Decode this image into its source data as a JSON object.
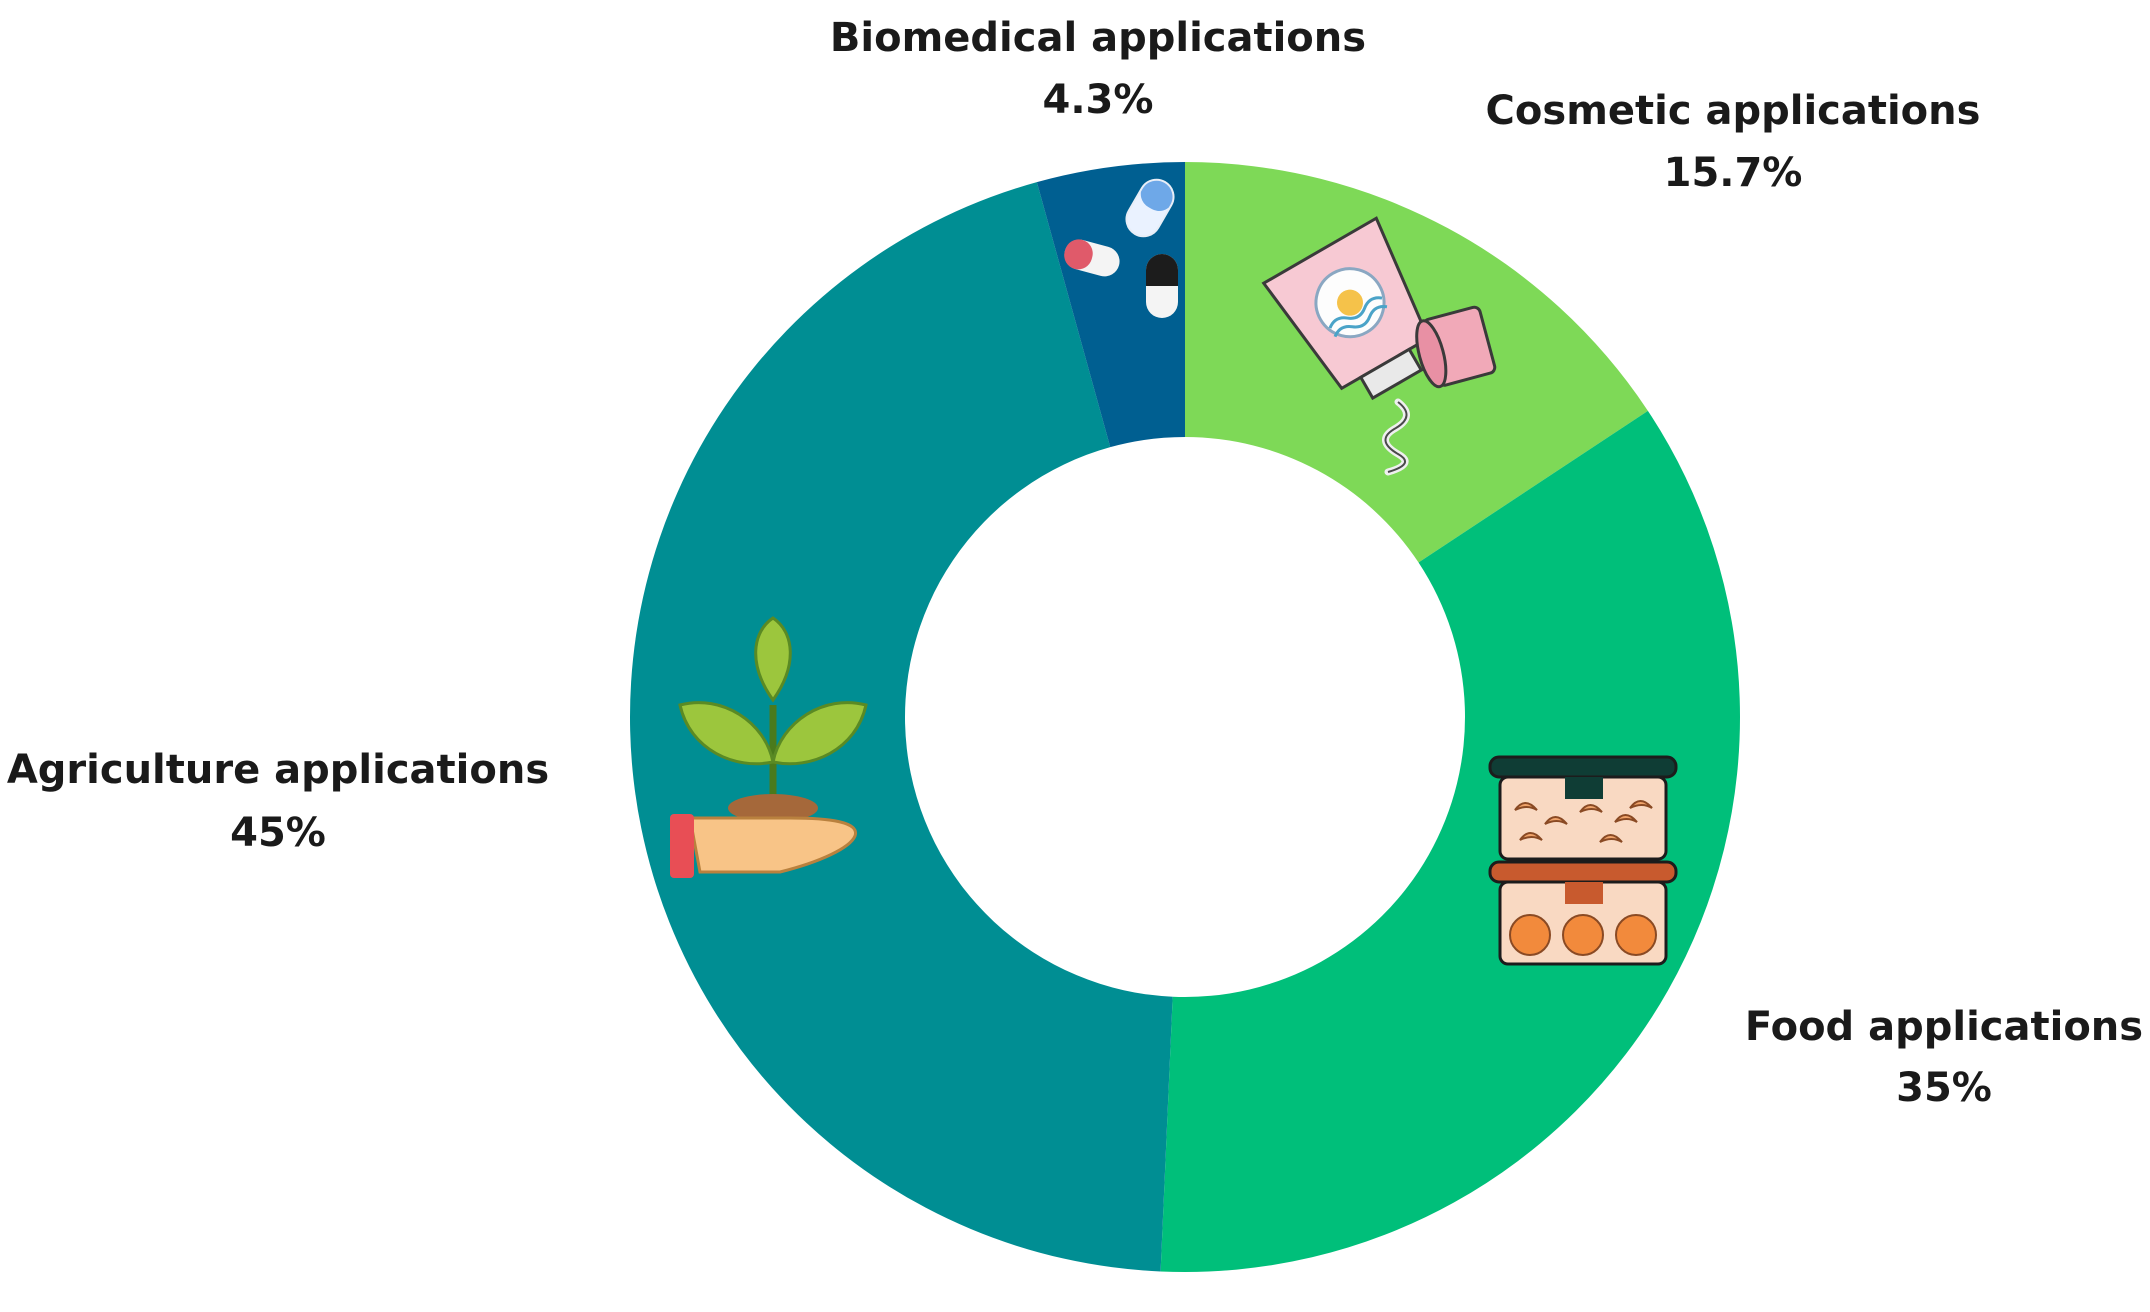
{
  "chart_data": {
    "type": "pie",
    "variant": "donut",
    "start": "top",
    "direction": "clockwise",
    "slices": [
      {
        "label": "Cosmetic applications",
        "value_label": "15.7%",
        "value": 15.7,
        "color": "#7ed957",
        "icon": "cosmetic-tube-icon"
      },
      {
        "label": "Food applications",
        "value_label": "35%",
        "value": 35,
        "color": "#00bf7a",
        "icon": "food-containers-icon"
      },
      {
        "label": "Agriculture applications",
        "value_label": "45%",
        "value": 45,
        "color": "#008e93",
        "icon": "plant-in-hand-icon"
      },
      {
        "label": "Biomedical applications",
        "value_label": "4.3%",
        "value": 4.3,
        "color": "#005f91",
        "icon": "pills-icon"
      }
    ]
  }
}
